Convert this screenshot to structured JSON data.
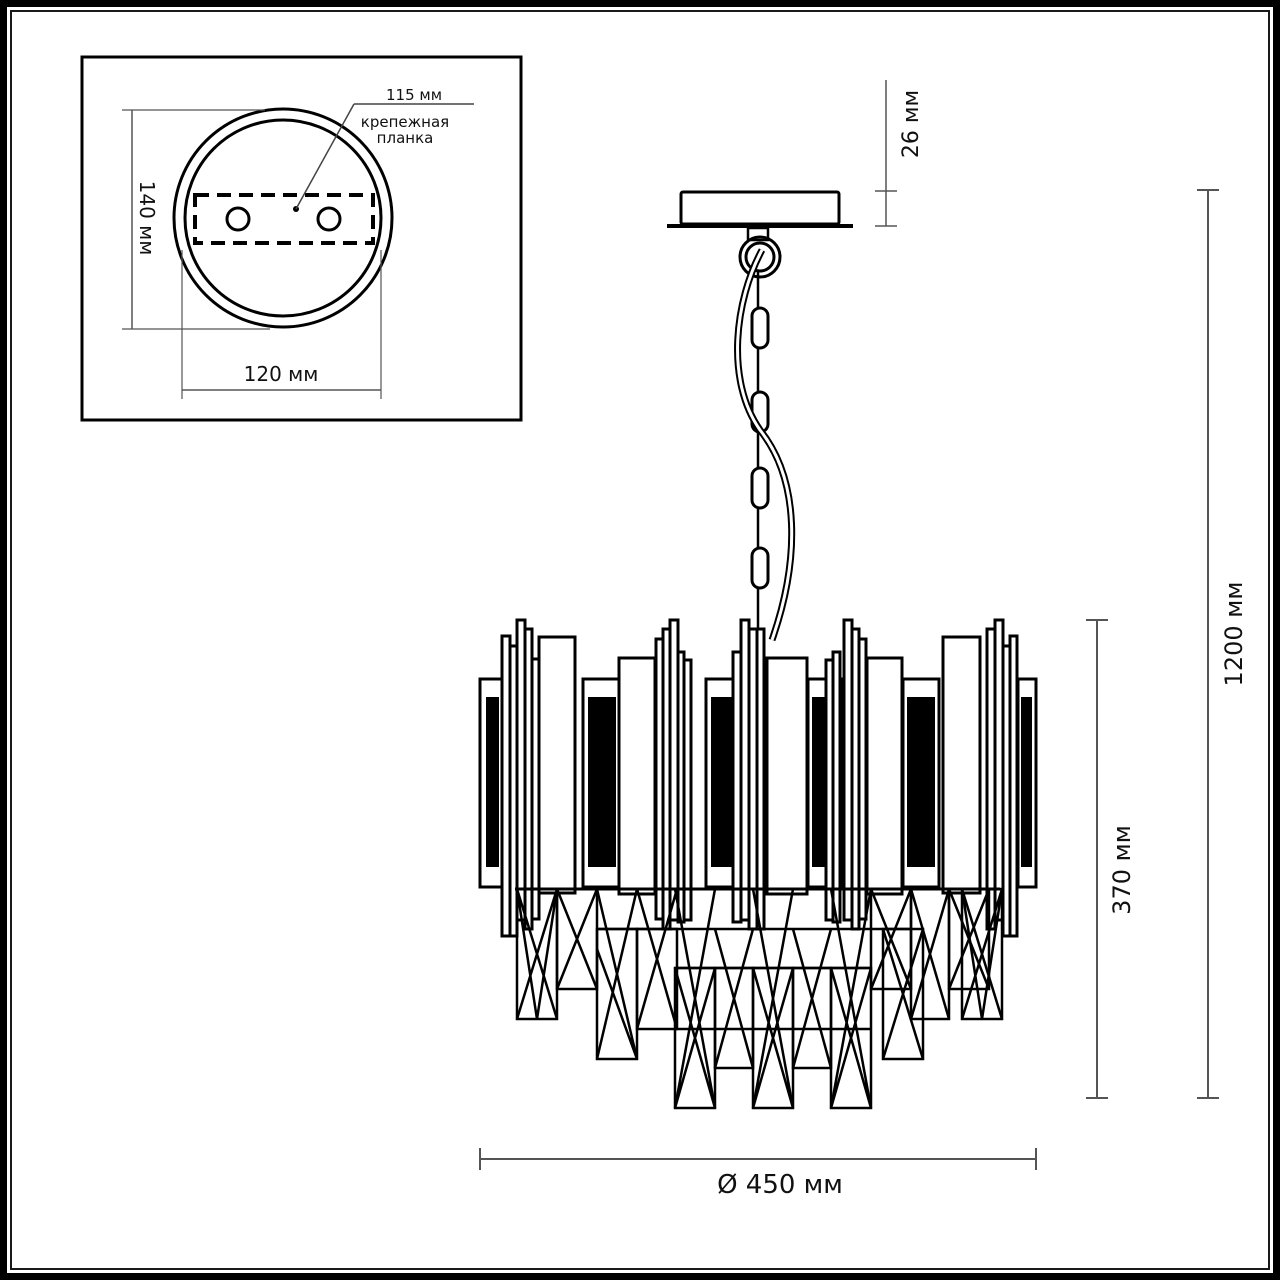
{
  "drawing": {
    "title": "Chandelier dimensional drawing",
    "inset": {
      "ceiling_plate_height_label": "140 мм",
      "ceiling_plate_width_label": "120 мм",
      "mounting_bar_length_label": "115 мм",
      "mounting_bar_caption_line1": "крепежная",
      "mounting_bar_caption_line2": "планка"
    },
    "main_view": {
      "canopy_height_label": "26 мм",
      "total_height_label": "1200 мм",
      "body_height_label": "370 мм",
      "diameter_label": "Ø 450 мм"
    },
    "colors": {
      "ink": "#000000",
      "dimension_line": "#555555",
      "background": "#ffffff"
    }
  }
}
